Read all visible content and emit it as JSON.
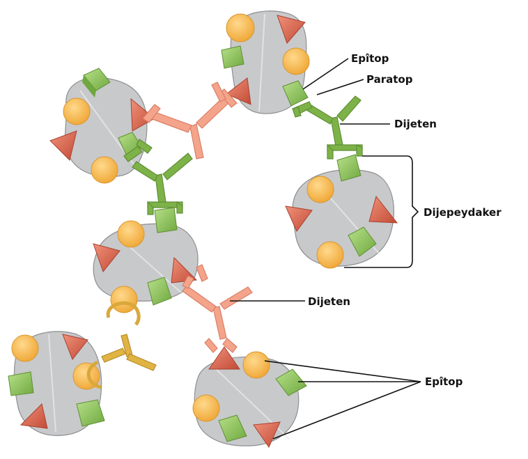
{
  "labels": {
    "epitope_top": "Epîtop",
    "paratope": "Paratop",
    "antibody_top": "Dijeten",
    "antigens": "Dijepeydaker",
    "antibody_middle": "Dijeten",
    "epitope_bottom": "Epîtop"
  },
  "colors": {
    "cell_body": "#c8c9cb",
    "epitope_orange": "#f2b450",
    "epitope_green": "#8dc45a",
    "epitope_red": "#d8604a",
    "antibody_green": "#7db248",
    "antibody_salmon": "#f4a48b",
    "antibody_yellow": "#e0b443"
  }
}
